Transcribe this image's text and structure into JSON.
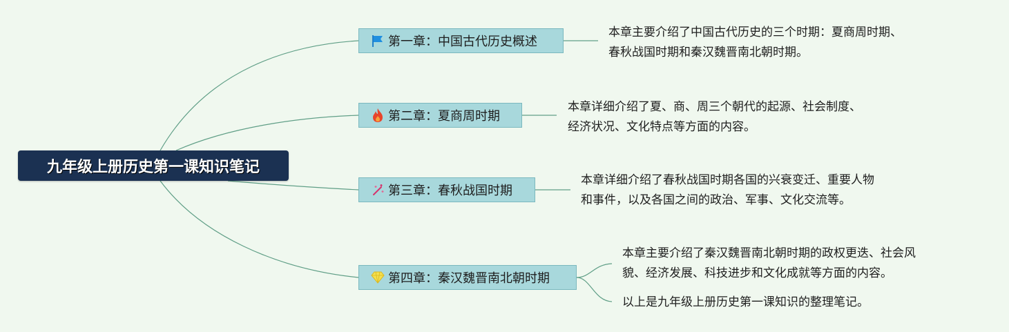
{
  "root": {
    "title": "九年级上册历史第一课知识笔记"
  },
  "chapters": [
    {
      "label": "第一章：中国古代历史概述",
      "icon": "flag-icon",
      "notes": [
        "本章主要介绍了中国古代历史的三个时期：夏商周时期、\n春秋战国时期和秦汉魏晋南北朝时期。"
      ]
    },
    {
      "label": "第二章：夏商周时期",
      "icon": "fire-icon",
      "notes": [
        "本章详细介绍了夏、商、周三个朝代的起源、社会制度、\n经济状况、文化特点等方面的内容。"
      ]
    },
    {
      "label": "第三章：春秋战国时期",
      "icon": "sparkle-icon",
      "notes": [
        "本章详细介绍了春秋战国时期各国的兴衰变迁、重要人物\n和事件，以及各国之间的政治、军事、文化交流等。"
      ]
    },
    {
      "label": "第四章：秦汉魏晋南北朝时期",
      "icon": "diamond-icon",
      "notes": [
        "本章主要介绍了秦汉魏晋南北朝时期的政权更迭、社会风\n貌、经济发展、科技进步和文化成就等方面的内容。",
        "以上是九年级上册历史第一课知识的整理笔记。"
      ]
    }
  ],
  "colors": {
    "root_bg": "#1b3152",
    "topic_bg": "#a8d8dc",
    "line": "#5f9e86",
    "background": "#f0f8ef"
  }
}
